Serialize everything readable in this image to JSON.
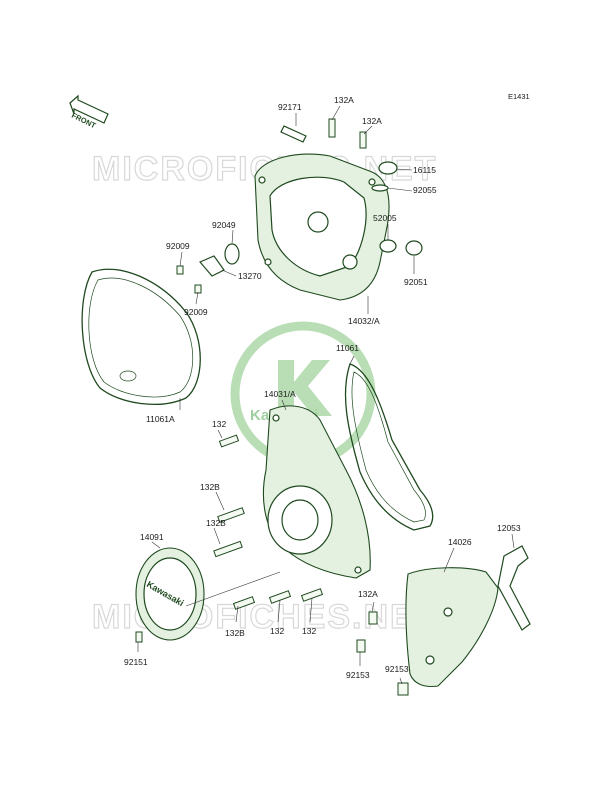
{
  "diagram": {
    "ref_code": "E1431",
    "front_label": "FRONT",
    "watermark": "MICROFICHES.NET",
    "brand_logo": "Kawasaki",
    "callouts": [
      {
        "id": "c-92171",
        "text": "92171"
      },
      {
        "id": "c-132A-top",
        "text": "132A"
      },
      {
        "id": "c-132A-right",
        "text": "132A"
      },
      {
        "id": "c-16115",
        "text": "16115"
      },
      {
        "id": "c-92055",
        "text": "92055"
      },
      {
        "id": "c-92049",
        "text": "92049"
      },
      {
        "id": "c-52005",
        "text": "52005"
      },
      {
        "id": "c-92009-a",
        "text": "92009"
      },
      {
        "id": "c-13270",
        "text": "13270"
      },
      {
        "id": "c-92051",
        "text": "92051"
      },
      {
        "id": "c-92009-b",
        "text": "92009"
      },
      {
        "id": "c-14032A",
        "text": "14032/A"
      },
      {
        "id": "c-11061",
        "text": "11061"
      },
      {
        "id": "c-14031A",
        "text": "14031/A"
      },
      {
        "id": "c-11061A",
        "text": "11061A"
      },
      {
        "id": "c-132-a",
        "text": "132"
      },
      {
        "id": "c-132B-a",
        "text": "132B"
      },
      {
        "id": "c-132B-b",
        "text": "132B"
      },
      {
        "id": "c-14091",
        "text": "14091"
      },
      {
        "id": "c-14026",
        "text": "14026"
      },
      {
        "id": "c-12053",
        "text": "12053"
      },
      {
        "id": "c-132A-low",
        "text": "132A"
      },
      {
        "id": "c-132B-c",
        "text": "132B"
      },
      {
        "id": "c-132-b",
        "text": "132"
      },
      {
        "id": "c-132-c",
        "text": "132"
      },
      {
        "id": "c-92151",
        "text": "92151"
      },
      {
        "id": "c-92153-a",
        "text": "92153"
      },
      {
        "id": "c-92153-b",
        "text": "92153"
      }
    ]
  }
}
